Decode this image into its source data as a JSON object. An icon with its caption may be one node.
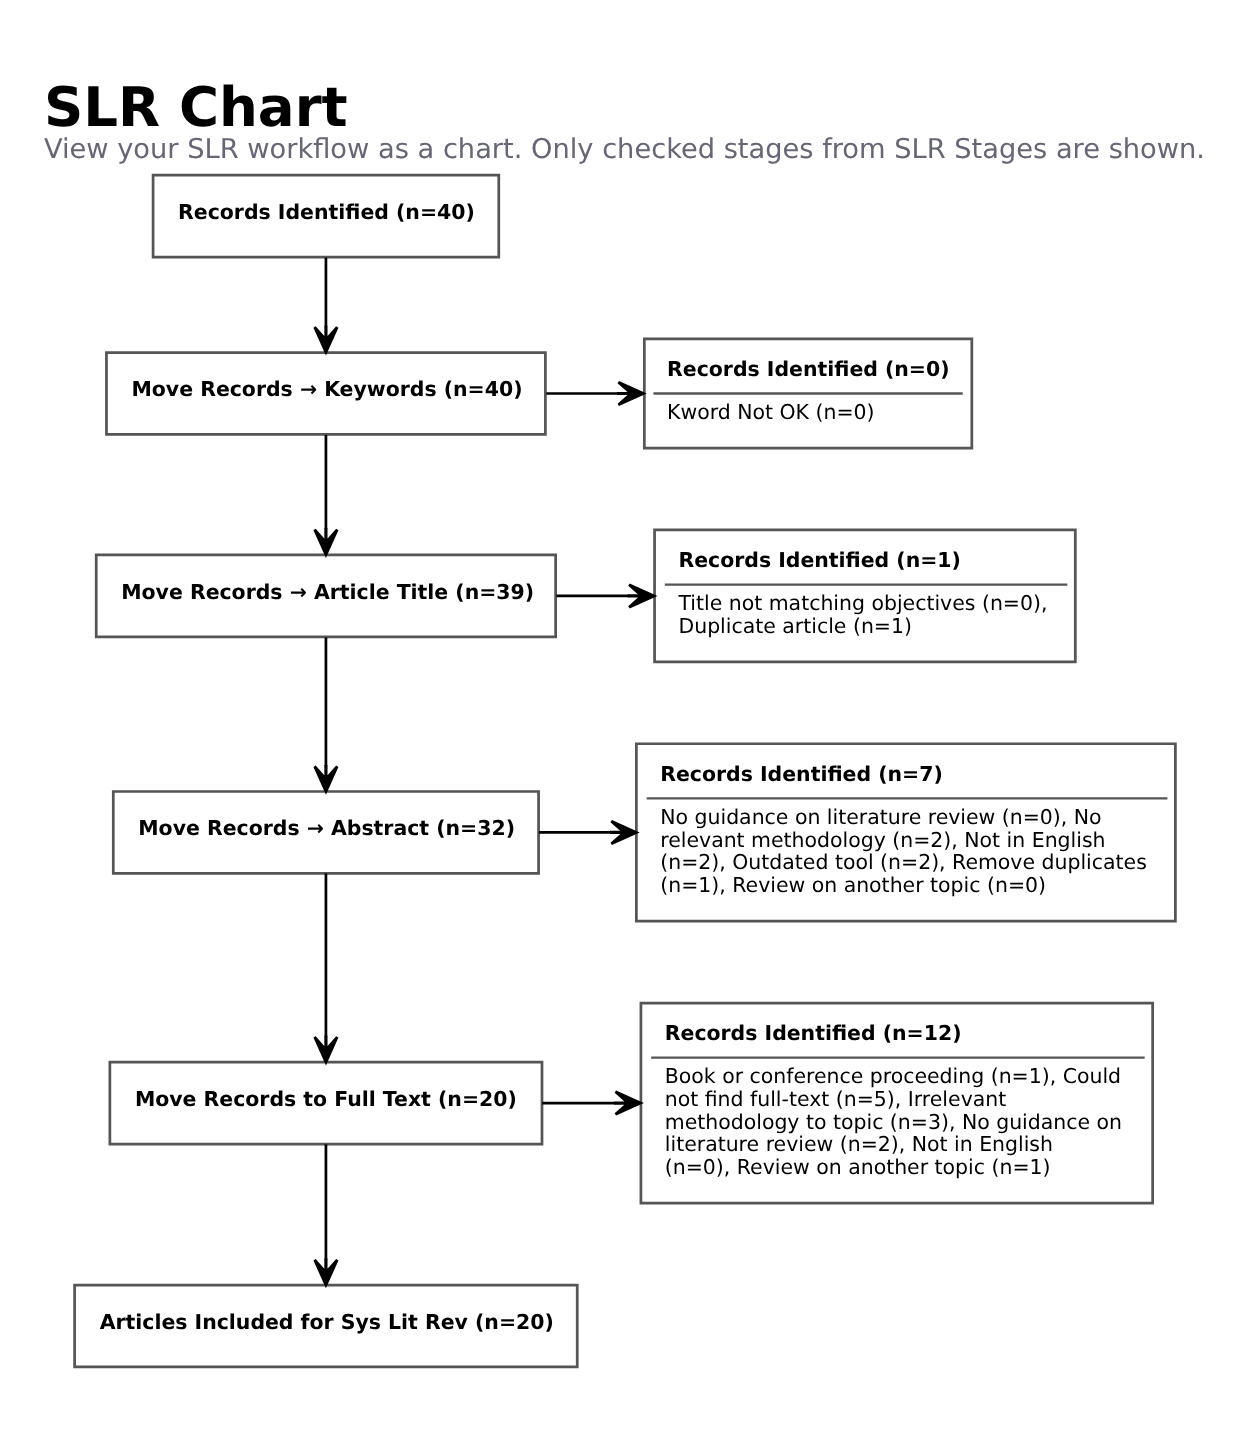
{
  "diagram": {
    "title": "SLR Chart",
    "caption": "View your SLR workflow as a chart. Only checked stages from SLR Stages are shown.",
    "nodes": [
      {
        "text": [
          "Records Identified (n=40)"
        ]
      },
      {
        "text": [
          "Move Records → Keywords (n=40)"
        ]
      },
      {
        "text": [
          "Records Identified (n=0)",
          "Kword Not OK (n=0)"
        ]
      },
      {
        "text": [
          "Move Records → Article Title (n=39)"
        ]
      },
      {
        "text": [
          "Records Identified (n=1)",
          "Title not matching objectives (n=0), Duplicate article (n=1)"
        ]
      },
      {
        "text": [
          "Move Records → Abstract (n=32)"
        ]
      },
      {
        "text": [
          "Records Identified (n=7)",
          "No guidance on literature review (n=0), No relevant methodology (n=2), Not in English (n=2), Outdated tool (n=2), Remove duplicates (n=1), Review on another topic (n=0)"
        ]
      },
      {
        "text": [
          "Move Records to Full Text (n=20)"
        ]
      },
      {
        "text": [
          "Records Identified (n=12)",
          "Book or conference proceeding (n=1), Could not find full-text (n=5), Irrelevant methodology to topic (n=3), No guidance on literature review (n=2), Not in English (n=0), Review on another topic (n=1)"
        ]
      },
      {
        "text": [
          "Articles Included for Sys Lit Rev (n=20)"
        ]
      }
    ],
    "edges": [
      {
        "from": 0,
        "to": 1,
        "arrow": "to"
      },
      {
        "from": 1,
        "to": 2,
        "arrow": "to"
      },
      {
        "from": 1,
        "to": 3,
        "arrow": "to"
      },
      {
        "from": 3,
        "to": 4,
        "arrow": "to"
      },
      {
        "from": 3,
        "to": 5,
        "arrow": "to"
      },
      {
        "from": 5,
        "to": 6,
        "arrow": "to"
      },
      {
        "from": 5,
        "to": 7,
        "arrow": "to"
      },
      {
        "from": 7,
        "to": 8,
        "arrow": "to"
      },
      {
        "from": 7,
        "to": 9,
        "arrow": "to"
      }
    ]
  }
}
